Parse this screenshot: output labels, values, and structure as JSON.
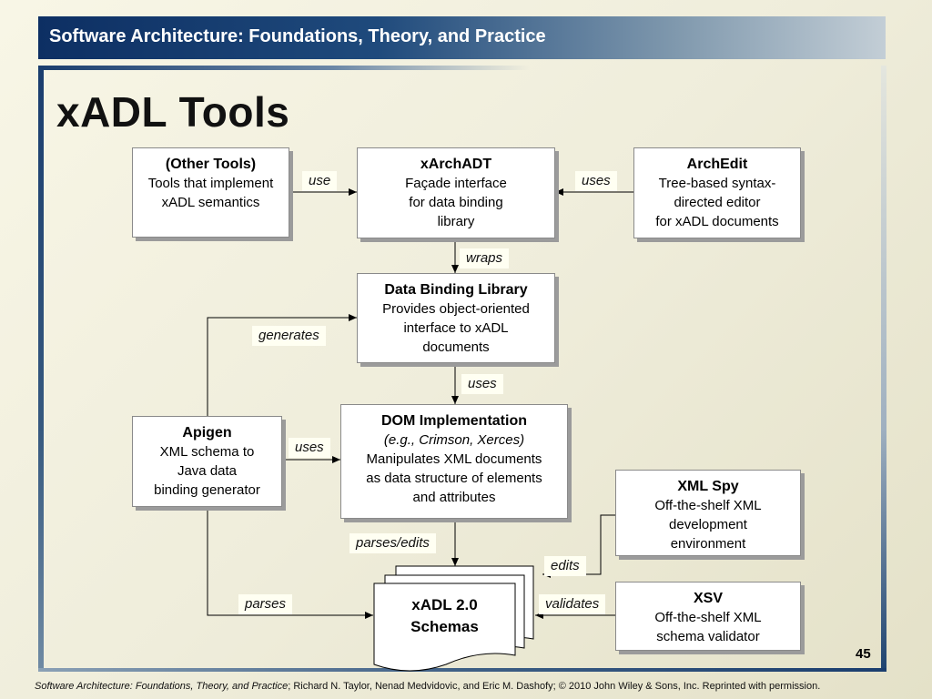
{
  "header": {
    "title": "Software Architecture: Foundations, Theory, and Practice"
  },
  "slide": {
    "title": "xADL Tools",
    "page_number": "45"
  },
  "boxes": {
    "other_tools": {
      "title": "(Other Tools)",
      "lines": [
        "Tools that implement",
        "xADL semantics"
      ]
    },
    "xarchadt": {
      "title": "xArchADT",
      "lines": [
        "Façade interface",
        "for data binding",
        "library"
      ]
    },
    "archedit": {
      "title": "ArchEdit",
      "lines": [
        "Tree-based syntax-",
        "directed editor",
        "for xADL documents"
      ]
    },
    "data_binding": {
      "title": "Data Binding Library",
      "lines": [
        "Provides object-oriented",
        "interface to xADL",
        "documents"
      ]
    },
    "dom": {
      "title": "DOM Implementation",
      "italic": "(e.g., Crimson, Xerces)",
      "lines": [
        "Manipulates XML documents",
        "as data structure of elements",
        "and attributes"
      ]
    },
    "apigen": {
      "title": "Apigen",
      "lines": [
        "XML schema to",
        "Java data",
        "binding generator"
      ]
    },
    "xmlspy": {
      "title": "XML Spy",
      "lines": [
        "Off-the-shelf XML",
        "development",
        "environment"
      ]
    },
    "xsv": {
      "title": "XSV",
      "lines": [
        "Off-the-shelf XML",
        "schema validator"
      ]
    },
    "schemas": {
      "title": "xADL 2.0",
      "subtitle": "Schemas"
    }
  },
  "labels": {
    "use": "use",
    "uses_archedit": "uses",
    "wraps": "wraps",
    "generates": "generates",
    "uses_dbl": "uses",
    "uses_apigen": "uses",
    "parses_edits": "parses/edits",
    "edits": "edits",
    "parses": "parses",
    "validates": "validates"
  },
  "footer": {
    "book": "Software Architecture: Foundations, Theory, and Practice",
    "credits": "; Richard N. Taylor, Nenad Medvidovic, and Eric M. Dashofy; © 2010 John Wiley & Sons, Inc. Reprinted with permission."
  }
}
